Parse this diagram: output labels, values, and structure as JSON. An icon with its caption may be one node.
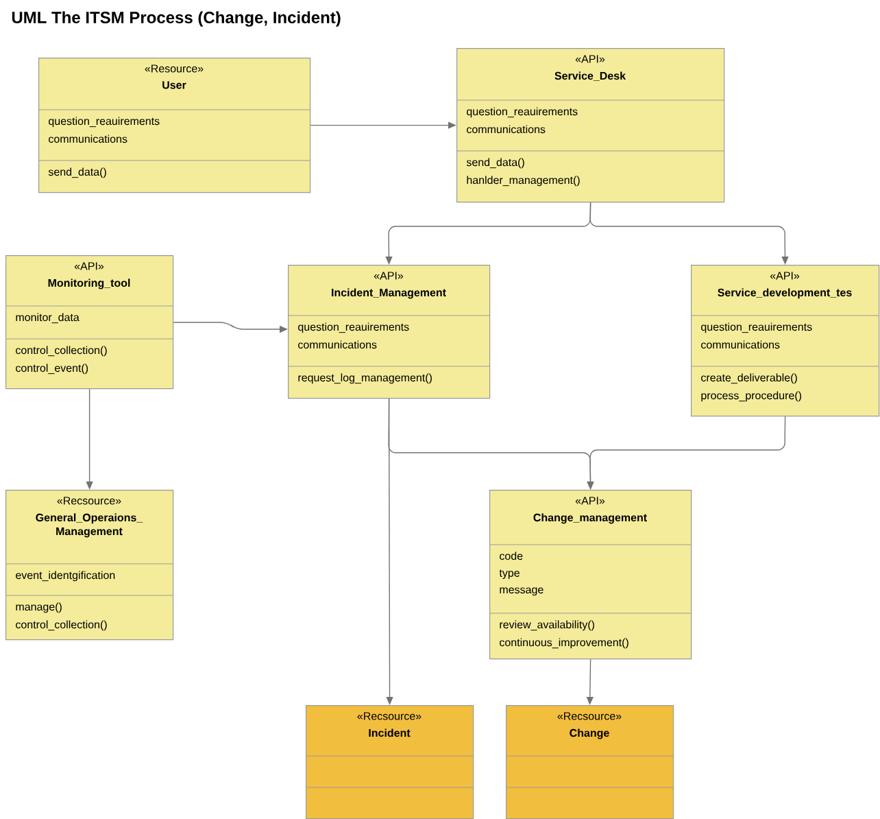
{
  "diagram": {
    "title": "UML The ITSM Process (Change, Incident)",
    "nodes": [
      {
        "text": [
          "«Resource»",
          "User",
          "question_reauirements",
          "communications",
          "send_data()"
        ]
      },
      {
        "text": [
          "«API»",
          "Service_Desk",
          "question_reauirements",
          "communications",
          "send_data()",
          "hanlder_management()"
        ]
      },
      {
        "text": [
          "«API»",
          "Monitoring_tool",
          "monitor_data",
          "control_collection()",
          "control_event()"
        ]
      },
      {
        "text": [
          "«API»",
          "Incident_Management",
          "question_reauirements",
          "communications",
          "request_log_management()"
        ]
      },
      {
        "text": [
          "«API»",
          "Service_development_tes",
          "question_reauirements",
          "communications",
          "create_deliverable()",
          "process_procedure()"
        ]
      },
      {
        "text": [
          "«Recsource»",
          "General_Operaions_ Management",
          "event_identgification",
          "manage()",
          "control_collection()"
        ]
      },
      {
        "text": [
          "«API»",
          "Change_management",
          "code",
          "type",
          "message",
          "review_availability()",
          "continuous_improvement()"
        ]
      },
      {
        "text": [
          "«Recsource»",
          "Incident"
        ]
      },
      {
        "text": [
          "«Recsource»",
          "Change"
        ]
      }
    ],
    "edges": [
      {
        "from": 0,
        "to": 1,
        "arrow": "to"
      },
      {
        "from": 1,
        "to": 3,
        "arrow": "to"
      },
      {
        "from": 1,
        "to": 4,
        "arrow": "to"
      },
      {
        "from": 2,
        "to": 3,
        "arrow": "to"
      },
      {
        "from": 2,
        "to": 5,
        "arrow": "to"
      },
      {
        "from": 3,
        "to": 6,
        "arrow": "to"
      },
      {
        "from": 4,
        "to": 6,
        "arrow": "to"
      },
      {
        "from": 3,
        "to": 7,
        "arrow": "to"
      },
      {
        "from": 6,
        "to": 8,
        "arrow": "to"
      }
    ]
  }
}
